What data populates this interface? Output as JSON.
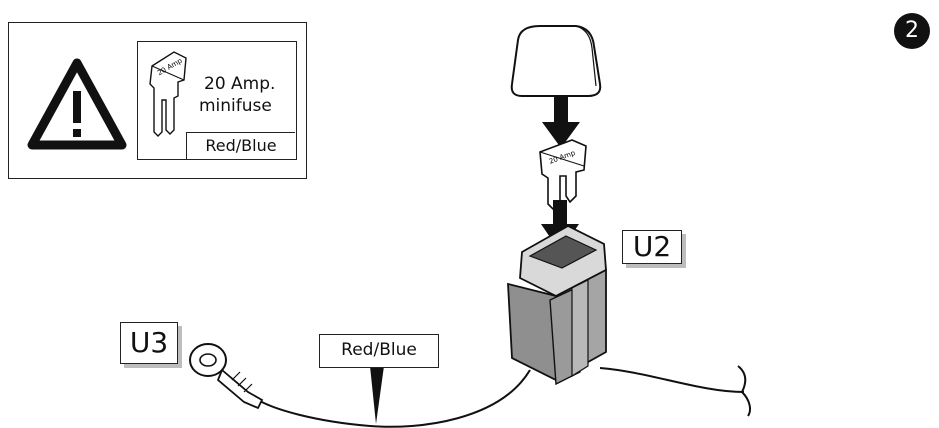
{
  "step_number": "2",
  "warning_box": {
    "fuse_rating_line1": "20 Amp.",
    "fuse_rating_line2": "minifuse",
    "wire_color": "Red/Blue",
    "fuse_imprint": "20 Amp"
  },
  "callouts": {
    "u2": "U2",
    "u3": "U3",
    "wire_label": "Red/Blue"
  },
  "fuse_imprint": "20 Amp",
  "colors": {
    "holder_gray": "#8f8f8f",
    "line": "#111111",
    "shadow": "#bdbdbd"
  }
}
